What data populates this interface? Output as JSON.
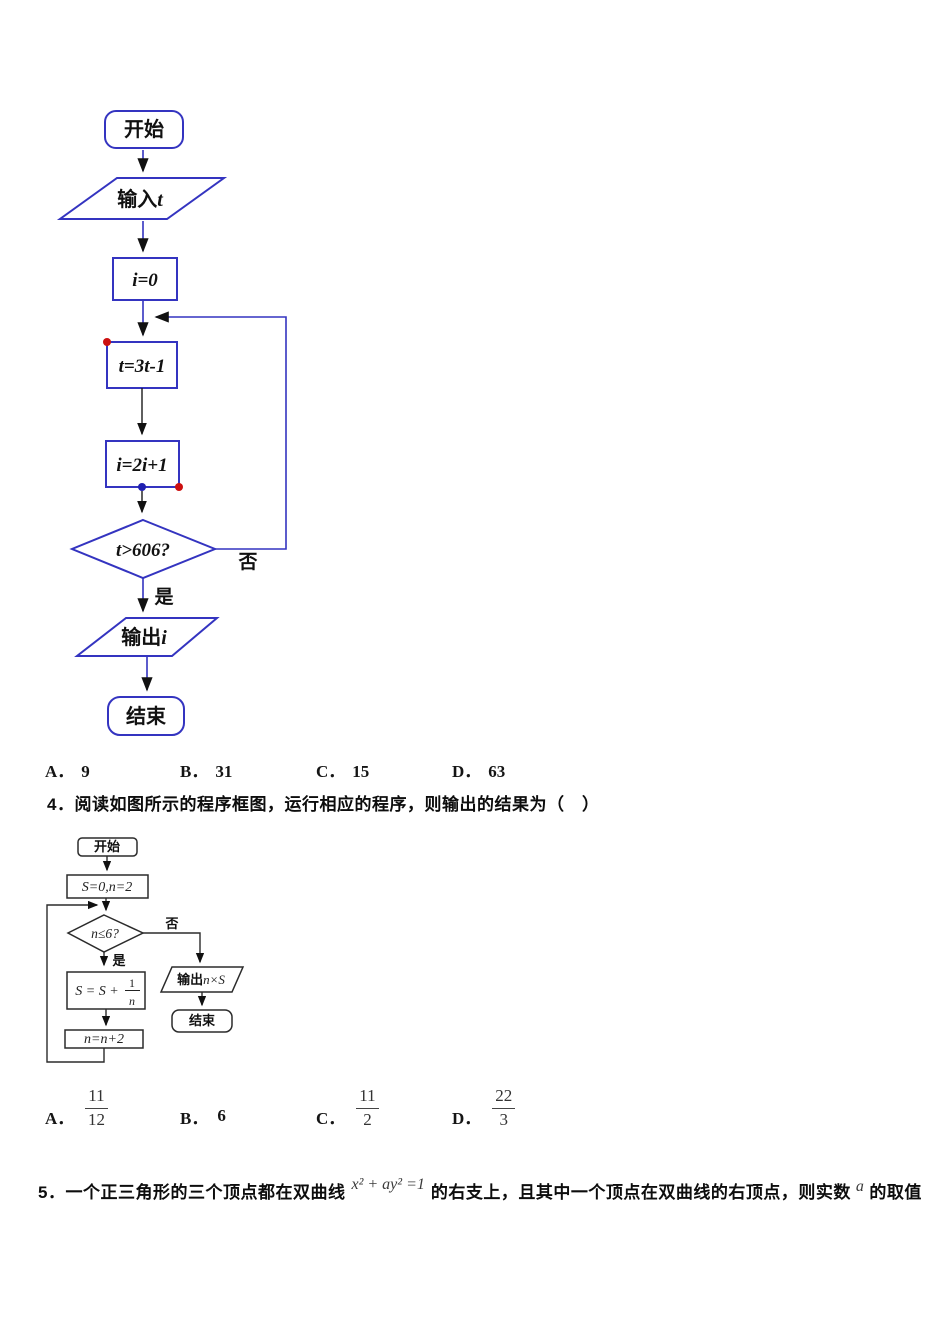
{
  "colors": {
    "flowchart1_stroke": "#3434c0",
    "flowchart2_stroke": "#2b2b2b",
    "red_dot": "#cc1010",
    "blue_dot": "#2020b0",
    "text": "#111111"
  },
  "q3": {
    "flowchart": {
      "start": "开始",
      "input_label": "输入",
      "input_var": "t",
      "init": "i=0",
      "step1": "t=3t-1",
      "step2": "i=2i+1",
      "cond": "t>606?",
      "no": "否",
      "yes": "是",
      "output_label": "输出",
      "output_var": "i",
      "end": "结束"
    },
    "options": [
      {
        "letter": "A．",
        "value": "9"
      },
      {
        "letter": "B．",
        "value": "31"
      },
      {
        "letter": "C．",
        "value": "15"
      },
      {
        "letter": "D．",
        "value": "63"
      }
    ]
  },
  "q4": {
    "text": "4．阅读如图所示的程序框图，运行相应的程序，则输出的结果为（　）",
    "flowchart": {
      "start": "开始",
      "init": "S=0,n=2",
      "cond": "n≤6?",
      "no": "否",
      "yes": "是",
      "loop_prefix": "S = S +",
      "loop_num": "1",
      "loop_den": "n",
      "increment": "n=n+2",
      "output_label": "输出",
      "output_var": "n×S",
      "end": "结束"
    },
    "options": [
      {
        "letter": "A．",
        "num": "11",
        "den": "12"
      },
      {
        "letter": "B．",
        "value": "6"
      },
      {
        "letter": "C．",
        "num": "11",
        "den": "2"
      },
      {
        "letter": "D．",
        "num": "22",
        "den": "3"
      }
    ]
  },
  "q5": {
    "number": "5．",
    "prefix": "一个正三角形的三个顶点都在双曲线",
    "formula": "x² + ay² =1",
    "mid": "的右支上，且其中一个顶点在双曲线的右顶点，则实数",
    "variable": "a",
    "suffix": "的取值"
  }
}
